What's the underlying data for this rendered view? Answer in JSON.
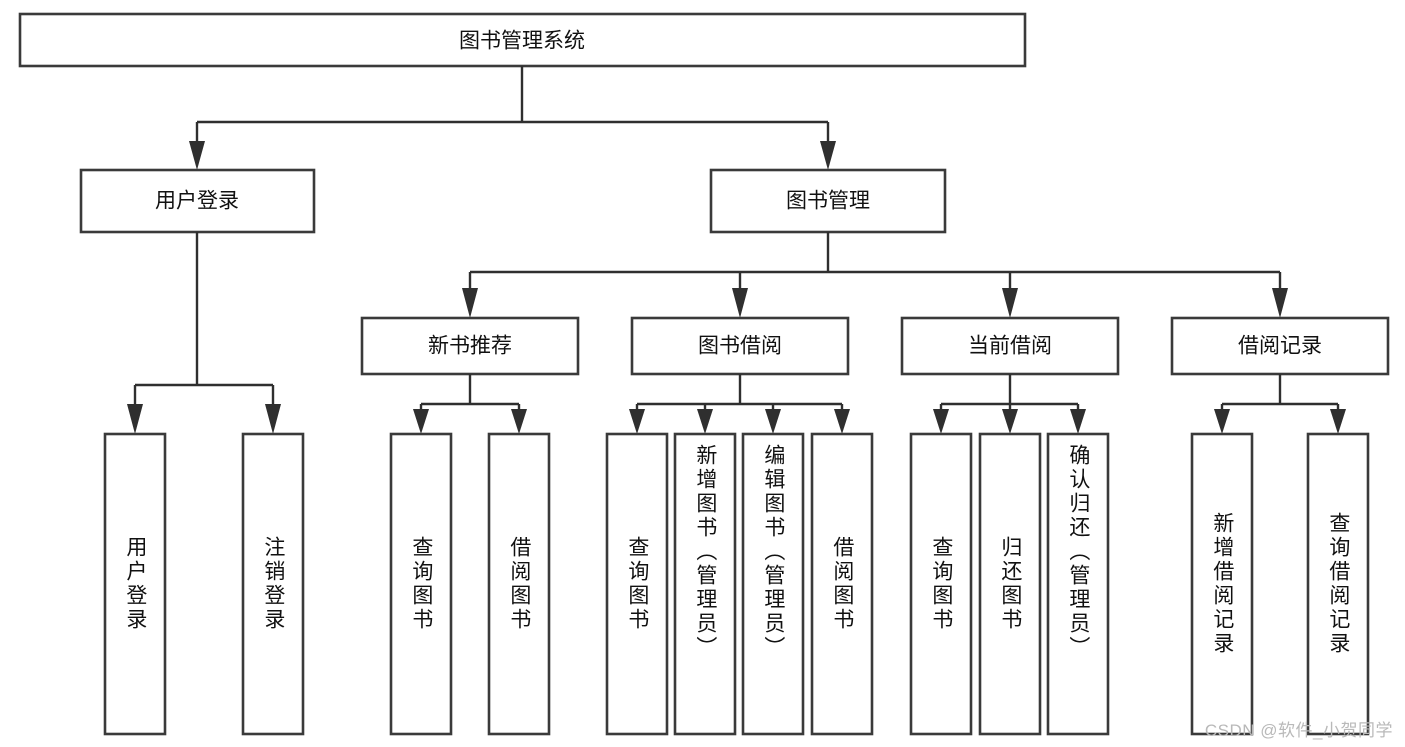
{
  "diagram": {
    "title": "图书管理系统",
    "type": "tree-hierarchy-chart",
    "colors": {
      "box_stroke": "#3a3a3a",
      "box_fill": "#ffffff",
      "connector": "#2f2f2f",
      "text": "#111111",
      "watermark": "#b9b9b9",
      "background": "#ffffff"
    },
    "root": {
      "label": "图书管理系统"
    },
    "level2": [
      {
        "label": "用户登录"
      },
      {
        "label": "图书管理"
      }
    ],
    "level3": [
      {
        "label": "新书推荐"
      },
      {
        "label": "图书借阅"
      },
      {
        "label": "当前借阅"
      },
      {
        "label": "借阅记录"
      }
    ],
    "leaves": {
      "user_login": [
        {
          "label": "用户登录"
        },
        {
          "label": "注销登录"
        }
      ],
      "new_book_recommend": [
        {
          "label": "查询图书"
        },
        {
          "label": "借阅图书"
        }
      ],
      "book_borrow": [
        {
          "label": "查询图书"
        },
        {
          "label": "新增图书（管理员）"
        },
        {
          "label": "编辑图书（管理员）"
        },
        {
          "label": "借阅图书"
        }
      ],
      "current_borrow": [
        {
          "label": "查询图书"
        },
        {
          "label": "归还图书"
        },
        {
          "label": "确认归还（管理员）"
        }
      ],
      "borrow_record": [
        {
          "label": "新增借阅记录"
        },
        {
          "label": "查询借阅记录"
        }
      ]
    },
    "watermark": "CSDN @软件_小贺同学"
  }
}
